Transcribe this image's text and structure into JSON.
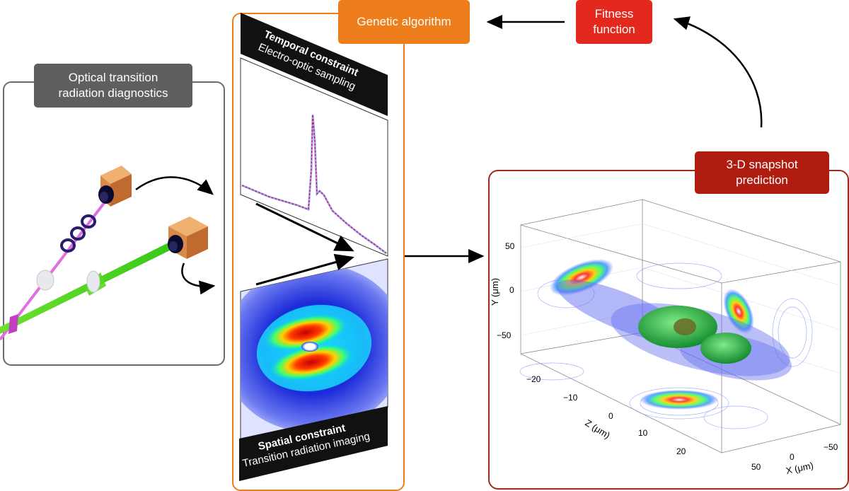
{
  "labels": {
    "genetic_algorithm": "Genetic algorithm",
    "fitness_line1": "Fitness",
    "fitness_line2": "function",
    "otr_line1": "Optical transition",
    "otr_line2": "radiation diagnostics",
    "snapshot_line1": "3-D snapshot",
    "snapshot_line2": "prediction",
    "temporal_title": "Temporal constraint",
    "temporal_sub": "Electro-optic sampling",
    "spatial_title": "Spatial constraint",
    "spatial_sub": "Transition radiation imaging"
  },
  "plot3d": {
    "y_axis_label": "Y (μm)",
    "z_axis_label": "Z (μm)",
    "x_axis_label": "X (μm)",
    "y_ticks": [
      "50",
      "0",
      "−50"
    ],
    "z_ticks": [
      "−20",
      "−10",
      "0",
      "10",
      "20"
    ],
    "x_ticks": [
      "50",
      "0",
      "−50"
    ]
  },
  "colors": {
    "otr_tag": "#5f5f5f",
    "genetic_tag": "#ee7d1b",
    "fitness_tag": "#e3281e",
    "snapshot_tag": "#b01c10",
    "otr_frame": "#6b6b6b",
    "genetic_frame": "#ee7d1b",
    "snapshot_frame": "#a3281c"
  }
}
